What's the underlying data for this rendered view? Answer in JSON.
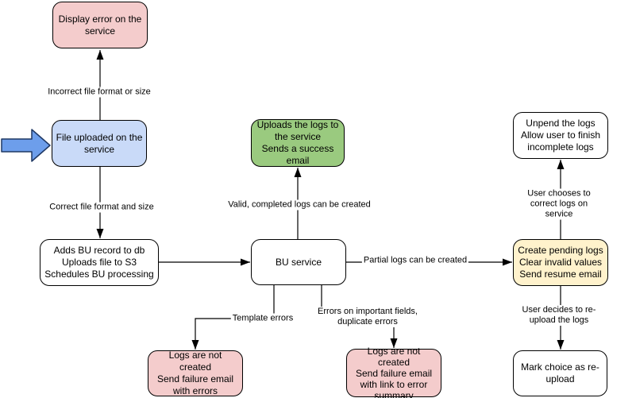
{
  "diagram": {
    "nodes": {
      "display_error": {
        "label": "Display error on the\nservice",
        "fill": "#F4CCCC"
      },
      "file_uploaded": {
        "label": "File uploaded on the\nservice",
        "fill": "#C9DAF8"
      },
      "adds_bu_record": {
        "label": "Adds BU record to db\nUploads file to S3\nSchedules BU processing",
        "fill": "#FFFFFF"
      },
      "bu_service": {
        "label": "BU service",
        "fill": "#FFFFFF"
      },
      "uploads_logs": {
        "label": "Uploads the logs to\nthe service\nSends a success\nemail",
        "fill": "#9ACA7F"
      },
      "create_pending": {
        "label": "Create pending logs\nClear invalid values\nSend resume email",
        "fill": "#FFF2CC"
      },
      "unpend_logs": {
        "label": "Unpend the logs\nAllow user to finish\nincomplete logs",
        "fill": "#FFFFFF"
      },
      "mark_choice": {
        "label": "Mark choice as re-\nupload",
        "fill": "#FFFFFF"
      },
      "logs_not_created_errors": {
        "label": "Logs are not created\nSend failure email\nwith errors",
        "fill": "#F4CCCC"
      },
      "logs_not_created_summary": {
        "label": "Logs are not created\nSend failure email\nwith link to error\nsummary",
        "fill": "#F4CCCC"
      }
    },
    "edge_labels": {
      "incorrect_format": "Incorrect file format or size",
      "correct_format": "Correct file format and size",
      "valid_logs": "Valid, completed logs can be created",
      "partial_logs": "Partial logs can be created",
      "template_errors": "Template errors",
      "important_errors": "Errors on important fields,\nduplicate errors",
      "user_chooses": "User chooses to correct logs on service",
      "user_decides": "User decides to re-upload the logs"
    },
    "input_arrow": {
      "fill": "#6D9EEB",
      "stroke": "#1F3864"
    },
    "colors": {
      "edge": "#000000",
      "node_border": "#000000",
      "background": "#FFFFFF"
    }
  }
}
